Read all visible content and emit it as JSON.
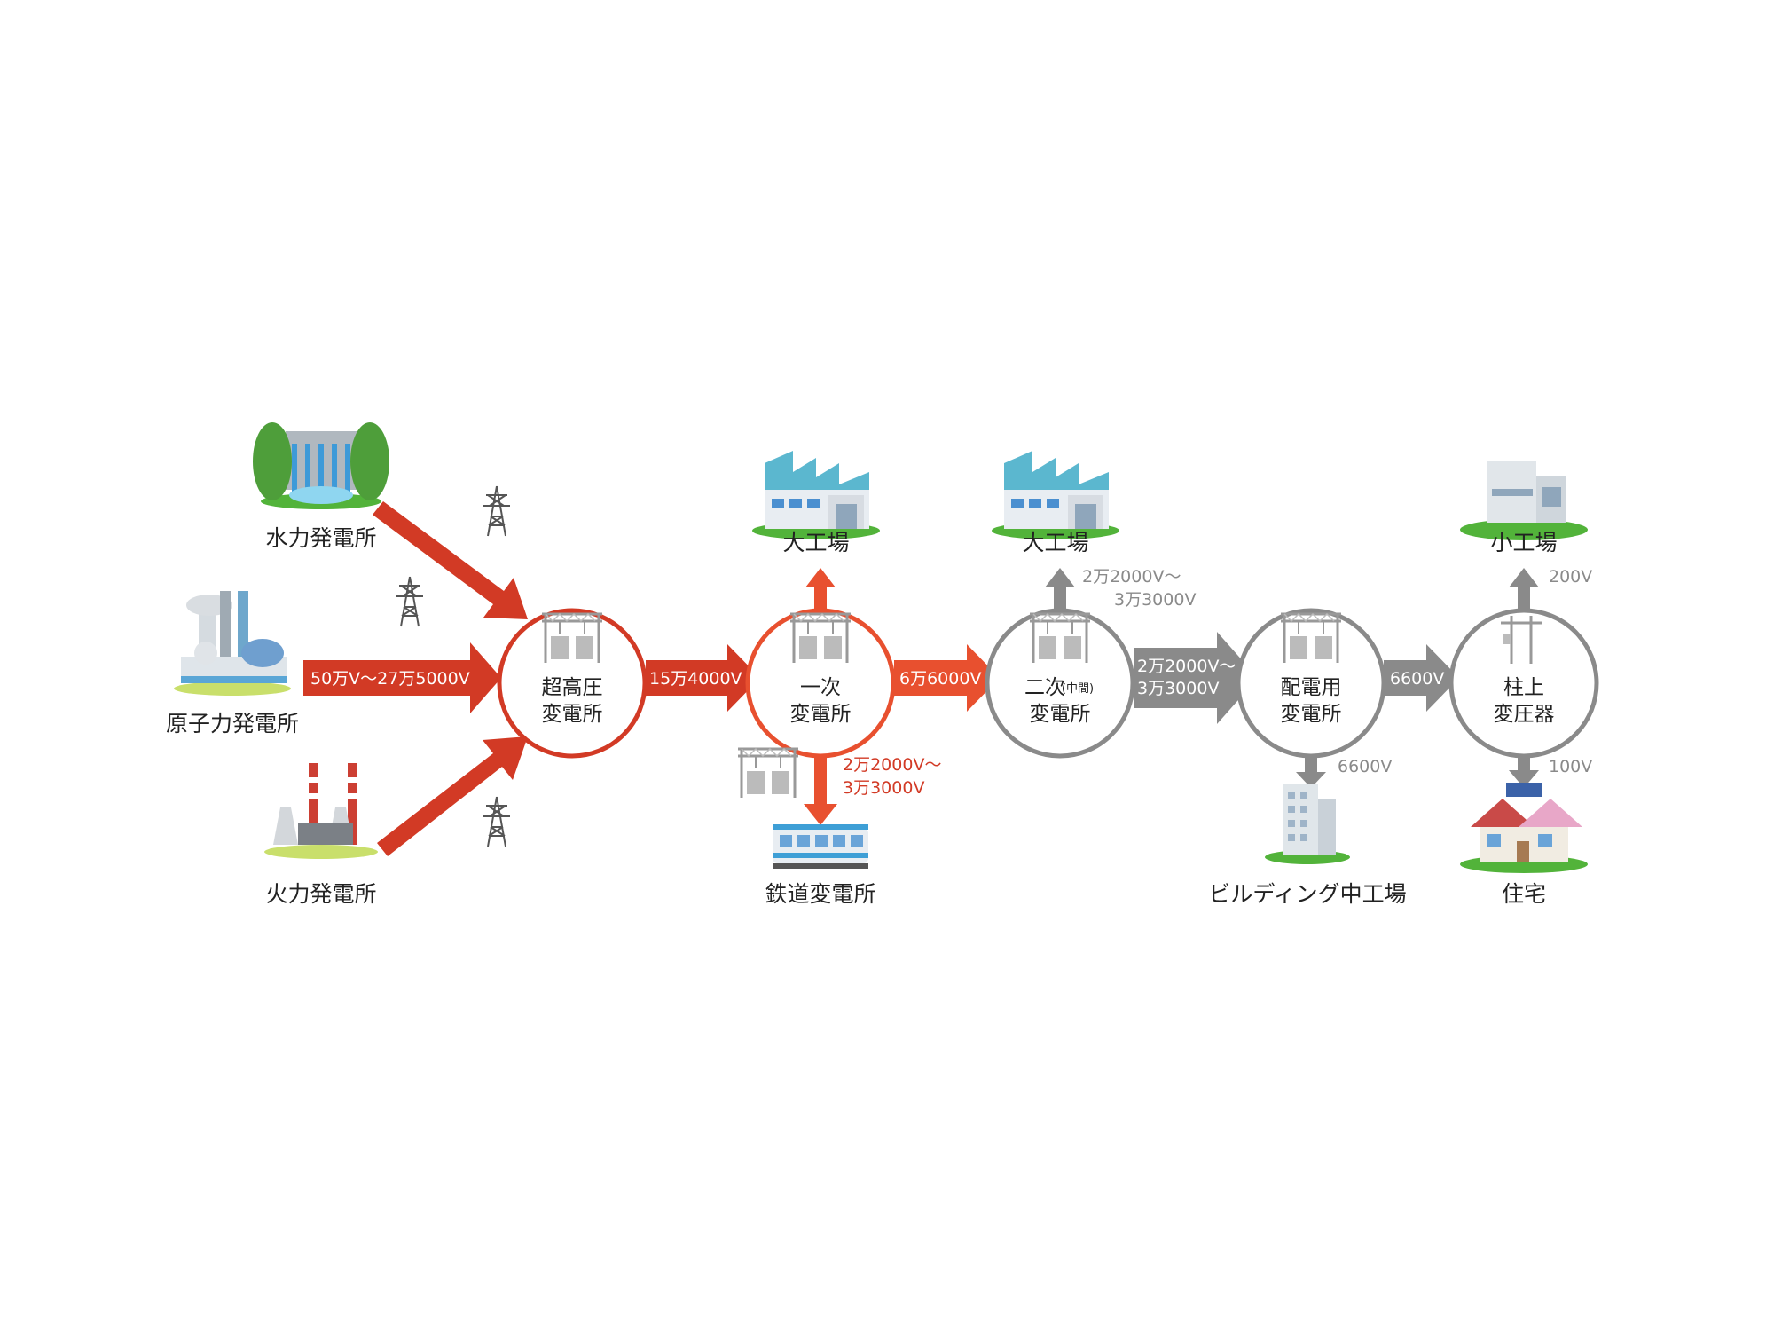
{
  "sources": {
    "hydro": "水力発電所",
    "nuclear": "原子力発電所",
    "thermal": "火力発電所"
  },
  "substations": {
    "ultra_high": [
      "超高圧",
      "変電所"
    ],
    "primary": [
      "一次",
      "変電所"
    ],
    "secondary": [
      "二次",
      "(中間)",
      "変電所"
    ],
    "distribution": [
      "配電用",
      "変電所"
    ],
    "pole": [
      "柱上",
      "変圧器"
    ]
  },
  "consumers": {
    "large_factory_1": "大工場",
    "large_factory_2": "大工場",
    "small_factory": "小工場",
    "railway": "鉄道変電所",
    "building": "ビルディング中工場",
    "house": "住宅"
  },
  "voltages": {
    "source_to_ultra": "50万V〜27万5000V",
    "ultra_to_primary": "15万4000V",
    "primary_to_secondary": "6万6000V",
    "primary_to_railway": [
      "2万2000V〜",
      "3万3000V"
    ],
    "secondary_to_factory": [
      "2万2000V〜",
      "3万3000V"
    ],
    "secondary_to_distribution": [
      "2万2000V〜",
      "3万3000V"
    ],
    "distribution_to_pole": "6600V",
    "distribution_to_building": "6600V",
    "pole_to_small_factory": "200V",
    "pole_to_house": "100V"
  },
  "colors": {
    "red": "#d23a25",
    "orange_red": "#e8502f",
    "gray": "#8a8a8a",
    "green": "#3aa63a"
  },
  "icons": [
    "hydro-plant-icon",
    "nuclear-plant-icon",
    "thermal-plant-icon",
    "pylon-icon",
    "transformer-icon",
    "factory-icon",
    "train-icon",
    "building-icon",
    "house-icon",
    "utility-pole-icon"
  ]
}
